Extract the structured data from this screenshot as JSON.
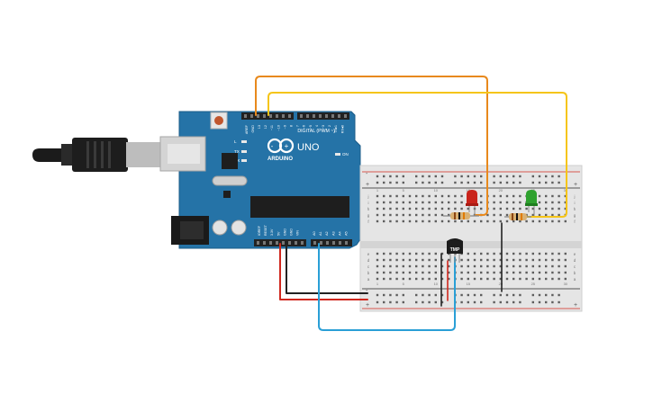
{
  "arduino": {
    "logo_text": "ARDUINO",
    "model_text": "UNO",
    "digital_label": "DIGITAL (PWM ~)",
    "power_label": "POWER",
    "analog_label": "ANALOG IN",
    "on_label": "ON",
    "led_l_label": "L",
    "led_tx_label": "TX",
    "led_rx_label": "RX",
    "aref_label": "AREF",
    "gnd_label": "GND",
    "digital_pins": [
      "13",
      "12",
      "~11",
      "~10",
      "~9",
      "8",
      "7",
      "~6",
      "~5",
      "4",
      "~3",
      "2",
      "TX▸1",
      "RX◂0"
    ],
    "power_pins": [
      "IOREF",
      "RESET",
      "3.3V",
      "5V",
      "GND",
      "GND",
      "VIN"
    ],
    "analog_pins": [
      "A0",
      "A1",
      "A2",
      "A3",
      "A4",
      "A5"
    ]
  },
  "breadboard": {
    "row_letters_top": [
      "j",
      "i",
      "h",
      "g",
      "f"
    ],
    "row_letters_bottom": [
      "e",
      "d",
      "c",
      "b",
      "a"
    ],
    "column_numbers": [
      "1",
      "5",
      "10",
      "15",
      "20",
      "25",
      "30"
    ],
    "rail_plus": "+",
    "rail_minus": "-"
  },
  "sensor": {
    "label": "TMP"
  },
  "colors": {
    "board_blue": "#2573a7",
    "wire_orange": "#e8891c",
    "wire_yellow": "#f5c518",
    "wire_red": "#d0281e",
    "wire_black": "#222222",
    "wire_blue": "#2a9fd6",
    "led_red": "#c9241b",
    "led_green": "#2ea12e"
  }
}
